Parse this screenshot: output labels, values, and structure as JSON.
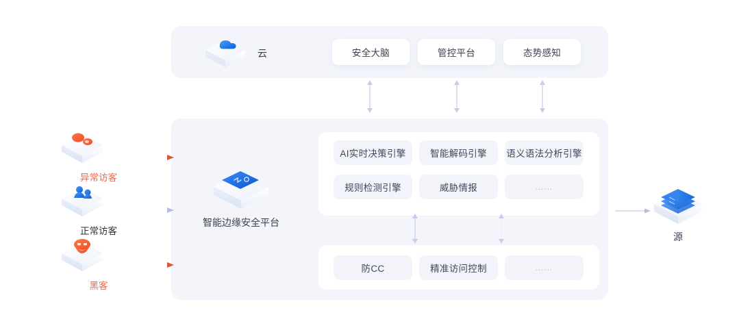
{
  "diagram": {
    "title_hidden": "",
    "colors": {
      "panel_bg": "#F3F5FA",
      "card_grey": "#F2F4F9",
      "text_dark": "#3b3f4d",
      "accent_orange": "#F0674A",
      "accent_blue": "#1A73E8",
      "arrow_purple": "#C7C9E8"
    },
    "cloud_panel": {
      "node": {
        "label": "云",
        "icon": "cloud-platform-icon"
      },
      "cards": [
        {
          "label": "安全大脑",
          "name": "cloud-card-security-brain"
        },
        {
          "label": "管控平台",
          "name": "cloud-card-management-platform"
        },
        {
          "label": "态势感知",
          "name": "cloud-card-situational-awareness"
        }
      ]
    },
    "edge_panel": {
      "node": {
        "label": "智能边缘安全平台",
        "icon": "edge-security-platform-icon"
      },
      "engine_cards": [
        {
          "label": "AI实时决策引擎",
          "name": "engine-card-ai-realtime-decision"
        },
        {
          "label": "智能解码引擎",
          "name": "engine-card-smart-decoding"
        },
        {
          "label": "语义语法分析引擎",
          "name": "engine-card-semantic-syntax-analysis"
        },
        {
          "label": "规则检测引擎",
          "name": "engine-card-rule-detection"
        },
        {
          "label": "威胁情报",
          "name": "engine-card-threat-intelligence"
        },
        {
          "label": "……",
          "name": "engine-card-more"
        }
      ],
      "policy_cards": [
        {
          "label": "防CC",
          "name": "policy-card-anti-cc"
        },
        {
          "label": "精准访问控制",
          "name": "policy-card-precise-access-control"
        },
        {
          "label": "……",
          "name": "policy-card-more"
        }
      ]
    },
    "visitors": [
      {
        "label": "异常访客",
        "name": "visitor-abnormal",
        "icon": "abnormal-visitor-icon",
        "color": "#F0674A",
        "arrow_color": "#E2543A"
      },
      {
        "label": "正常访客",
        "name": "visitor-normal",
        "icon": "normal-visitor-icon",
        "color": "#2b2f3c",
        "arrow_color": "#C3C6E0"
      },
      {
        "label": "黑客",
        "name": "visitor-hacker",
        "icon": "hacker-icon",
        "color": "#F0674A",
        "arrow_color": "#E2543A"
      }
    ],
    "origin": {
      "label": "源",
      "name": "origin-server",
      "icon": "origin-server-icon"
    }
  }
}
